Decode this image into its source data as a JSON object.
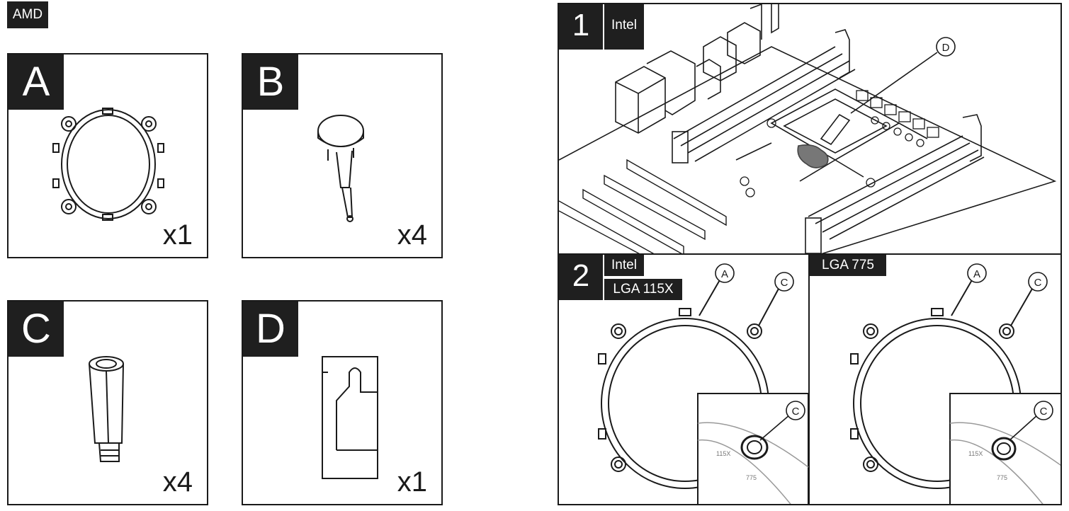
{
  "platform_tag": "AMD",
  "parts": [
    {
      "letter": "A",
      "qty": "x1",
      "icon": "mounting-ring-icon"
    },
    {
      "letter": "B",
      "qty": "x4",
      "icon": "push-pin-icon"
    },
    {
      "letter": "C",
      "qty": "x4",
      "icon": "standoff-icon"
    },
    {
      "letter": "D",
      "qty": "x1",
      "icon": "thermal-pad-icon"
    }
  ],
  "steps": [
    {
      "number": "1",
      "platform": "Intel",
      "callouts": [
        "D"
      ]
    },
    {
      "number": "2",
      "platform": "Intel",
      "socket_a": "LGA 115X",
      "socket_b": "LGA 775",
      "callouts": [
        "A",
        "C",
        "C",
        "A",
        "C",
        "C"
      ],
      "ring_marks": [
        "115X",
        "775"
      ]
    }
  ]
}
